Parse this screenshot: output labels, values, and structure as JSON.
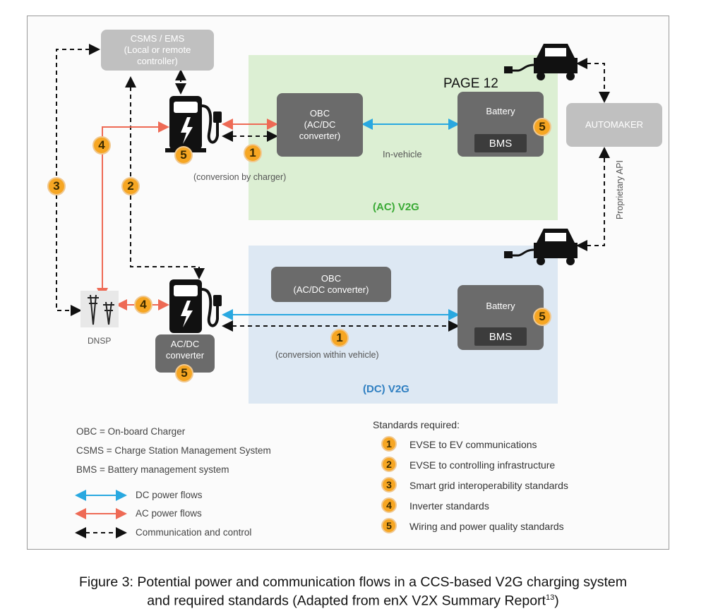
{
  "page_number": "PAGE 12",
  "nodes": {
    "csms": "CSMS / EMS\n(Local or remote\ncontroller)",
    "obc_ac": "OBC\n(AC/DC\nconverter)",
    "battery_ac": "Battery",
    "bms_ac": "BMS",
    "automaker": "AUTOMAKER",
    "obc_dc": "OBC\n(AC/DC converter)",
    "battery_dc": "Battery",
    "bms_dc": "BMS",
    "acdc_converter": "AC/DC\nconverter",
    "dnsp": "DNSP"
  },
  "labels": {
    "in_vehicle": "In-vehicle",
    "conversion_by_charger": "(conversion by charger)",
    "conversion_within_vehicle": "(conversion within vehicle)",
    "proprietary_api": "Proprietary API",
    "ac_v2g": "(AC) V2G",
    "dc_v2g": "(DC) V2G"
  },
  "badges": {
    "b_charger_ac": "5",
    "b_link_ac": "1",
    "b_battery_ac": "5",
    "b_ac_line": "4",
    "b_csms_link": "3",
    "b_charger_link": "2",
    "b_dnsp_charger": "4",
    "b_link_dc": "1",
    "b_battery_dc": "5",
    "b_converter": "5"
  },
  "legend": {
    "abbreviations": [
      "OBC = On-board Charger",
      "CSMS = Charge Station Management System",
      "BMS = Battery management system"
    ],
    "flows": [
      {
        "label": "DC power flows",
        "color": "#29a8e0"
      },
      {
        "label": "AC power flows",
        "color": "#ee6a55"
      },
      {
        "label": "Communication and control",
        "color": "#111111"
      }
    ]
  },
  "standards": {
    "title": "Standards required:",
    "items": [
      {
        "num": "1",
        "text": "EVSE to EV communications"
      },
      {
        "num": "2",
        "text": "EVSE to controlling infrastructure"
      },
      {
        "num": "3",
        "text": "Smart grid interoperability standards"
      },
      {
        "num": "4",
        "text": "Inverter standards"
      },
      {
        "num": "5",
        "text": "Wiring and power quality standards"
      }
    ]
  },
  "caption": {
    "line1": "Figure 3: Potential power and communication flows in a CCS-based V2G charging system",
    "line2": "and required standards (Adapted from enX V2X Summary Report",
    "ref": "13",
    "close": ")"
  },
  "colors": {
    "dc_flow": "#29a8e0",
    "ac_flow": "#ee6a55",
    "badge": "#f6a623",
    "ac_zone": "#dcefd3",
    "dc_zone": "#dde8f3",
    "ac_title": "#3aaa35",
    "dc_title": "#2f7fc1"
  }
}
